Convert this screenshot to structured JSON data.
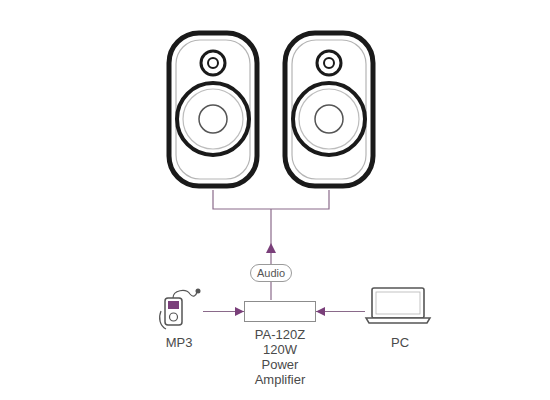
{
  "diagram": {
    "nodes": [
      {
        "text": [
          "MP3"
        ]
      },
      {
        "text": [
          "PA-120Z 120W Power Amplifier"
        ]
      },
      {
        "text": [
          "PC"
        ]
      }
    ],
    "edges": [
      {
        "from": 0,
        "to": 1,
        "arrow": "to"
      },
      {
        "from": 2,
        "to": 1,
        "arrow": "to"
      }
    ],
    "labels": [
      "Audio"
    ]
  }
}
